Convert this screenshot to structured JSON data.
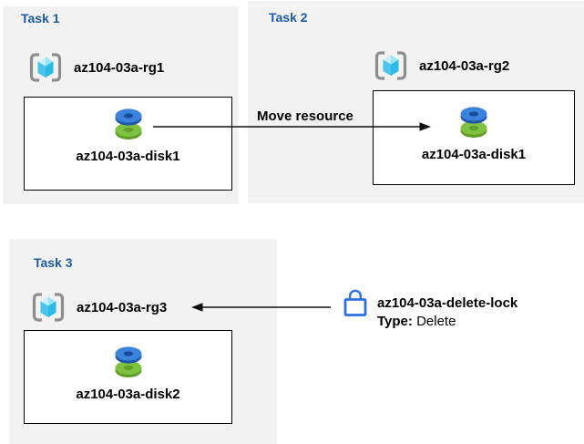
{
  "colors": {
    "panel_bg": "#F2F2F2",
    "task_title_blue": "#1C5BA4",
    "text": "#000000",
    "lock_blue": "#2E6FDD",
    "disk_blue": "#3B82DB",
    "disk_green": "#7FC241",
    "cube_cyan": "#2ABAE6",
    "bracket_gray": "#8E8E8E",
    "arrow": "#111111",
    "box_border": "#000000"
  },
  "tasks": [
    {
      "title": "Task 1",
      "resource_group": "az104-03a-rg1",
      "resource": "az104-03a-disk1"
    },
    {
      "title": "Task 2",
      "resource_group": "az104-03a-rg2",
      "resource": "az104-03a-disk1"
    },
    {
      "title": "Task 3",
      "resource_group": "az104-03a-rg3",
      "resource": "az104-03a-disk2"
    }
  ],
  "arrows": [
    {
      "name": "move-arrow",
      "label": "Move resource",
      "from": "az104-03a-disk1",
      "to": "az104-03a-rg2"
    },
    {
      "name": "lock-arrow",
      "label": "",
      "from": "az104-03a-delete-lock",
      "to": "az104-03a-rg3"
    }
  ],
  "lock": {
    "name": "az104-03a-delete-lock",
    "type_label": "Type:",
    "type_value": "Delete"
  },
  "icons": {
    "resource_group": "resource-group-icon",
    "disk": "disk-icon",
    "lock": "lock-icon"
  }
}
